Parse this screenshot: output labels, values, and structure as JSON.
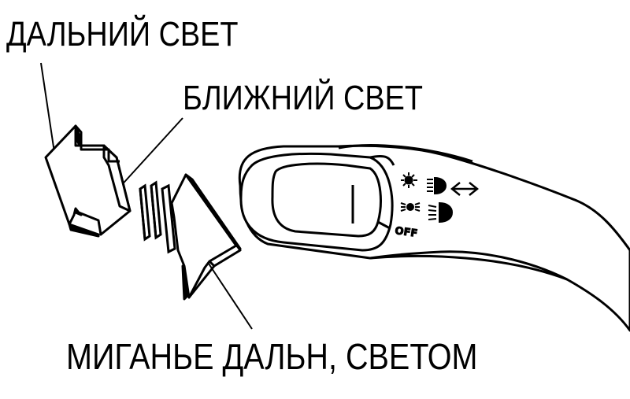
{
  "labels": {
    "high_beam": "ДАЛЬНИЙ СВЕТ",
    "low_beam": "БЛИЖНИЙ СВЕТ",
    "flash": "МИГАНЬЕ ДАЛЬН, СВЕТОМ"
  },
  "switch_marks": {
    "off": "OFF"
  },
  "icons": {
    "position_1": "sun-light-icon",
    "position_2": "parking-light-icon",
    "position_3": "headlight-icon",
    "position_4": "fog-light-icon",
    "turn": "turn-arrows-icon"
  },
  "colors": {
    "ink": "#000000",
    "paper": "#ffffff"
  }
}
